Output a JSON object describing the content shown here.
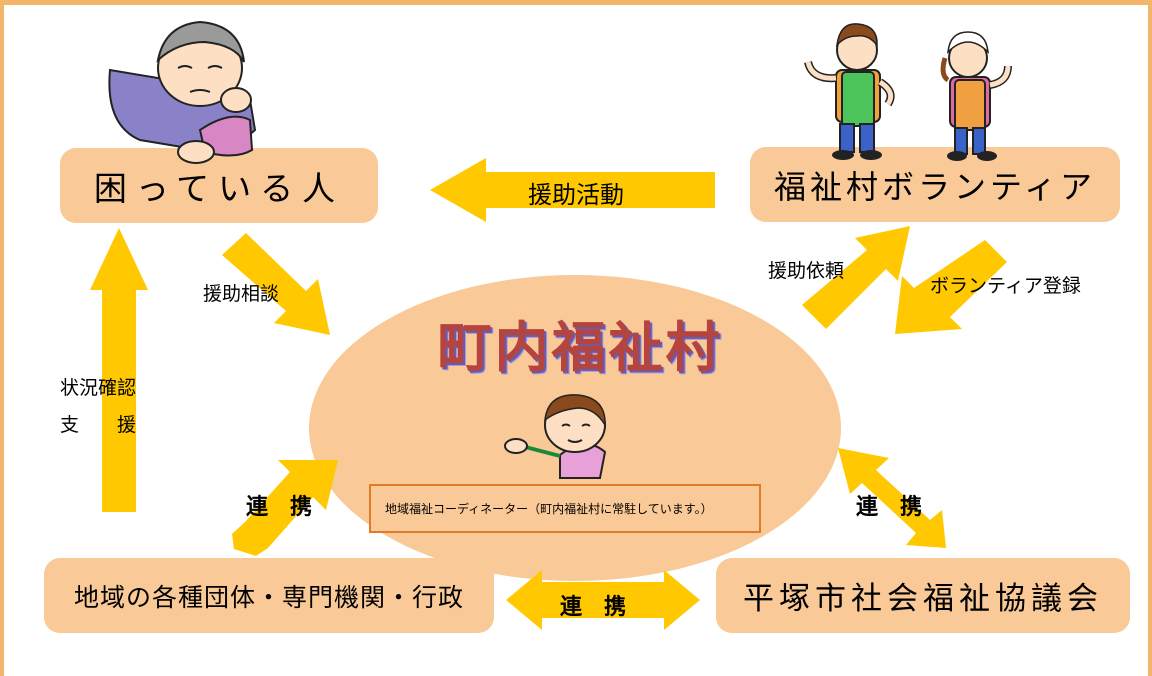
{
  "nodes": {
    "troubled_person": "困っている人",
    "volunteer": "福祉村ボランティア",
    "local_orgs": "地域の各種団体・専門機関・行政",
    "council": "平塚市社会福祉協議会",
    "center": "町内福祉村",
    "coordinator": "地域福祉コーディネーター（町内福祉村に常駐しています。）"
  },
  "edges": {
    "assistance_activity": "援助活動",
    "assistance_consult": "援助相談",
    "assistance_request": "援助依頼",
    "volunteer_register": "ボランティア登録",
    "status_check": "状況確認",
    "support": "支　　援",
    "coop_left": "連　携",
    "coop_right": "連　携",
    "coop_bottom": "連　携"
  },
  "colors": {
    "box_fill": "#f9c997",
    "arrow_fill": "#ffc800",
    "title_color": "#b5433e",
    "frame": "#f2b56b"
  },
  "icons": [
    "elderly-person-icon",
    "volunteer-pair-icon",
    "coordinator-icon"
  ]
}
